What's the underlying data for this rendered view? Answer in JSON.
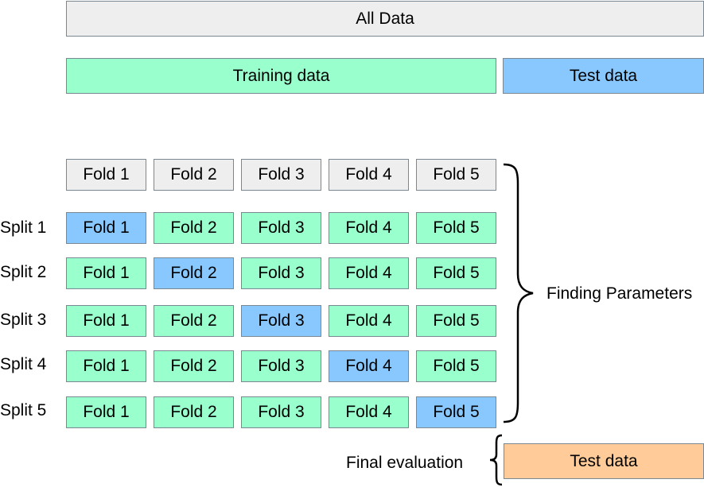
{
  "all_data_label": "All Data",
  "training_label": "Training data",
  "test_label": "Test data",
  "folds": [
    "Fold 1",
    "Fold 2",
    "Fold 3",
    "Fold 4",
    "Fold 5"
  ],
  "splits": [
    {
      "label": "Split 1",
      "test_fold": 1
    },
    {
      "label": "Split 2",
      "test_fold": 2
    },
    {
      "label": "Split 3",
      "test_fold": 3
    },
    {
      "label": "Split 4",
      "test_fold": 4
    },
    {
      "label": "Split 5",
      "test_fold": 5
    }
  ],
  "finding_parameters_label": "Finding Parameters",
  "final_evaluation_label": "Final evaluation",
  "final_test_label": "Test data",
  "colors": {
    "all_data": "#eeeeee",
    "training": "#99ffcc",
    "test": "#88c8ff",
    "fold_header": "#eeeeee",
    "final_test": "#ffcc99"
  }
}
